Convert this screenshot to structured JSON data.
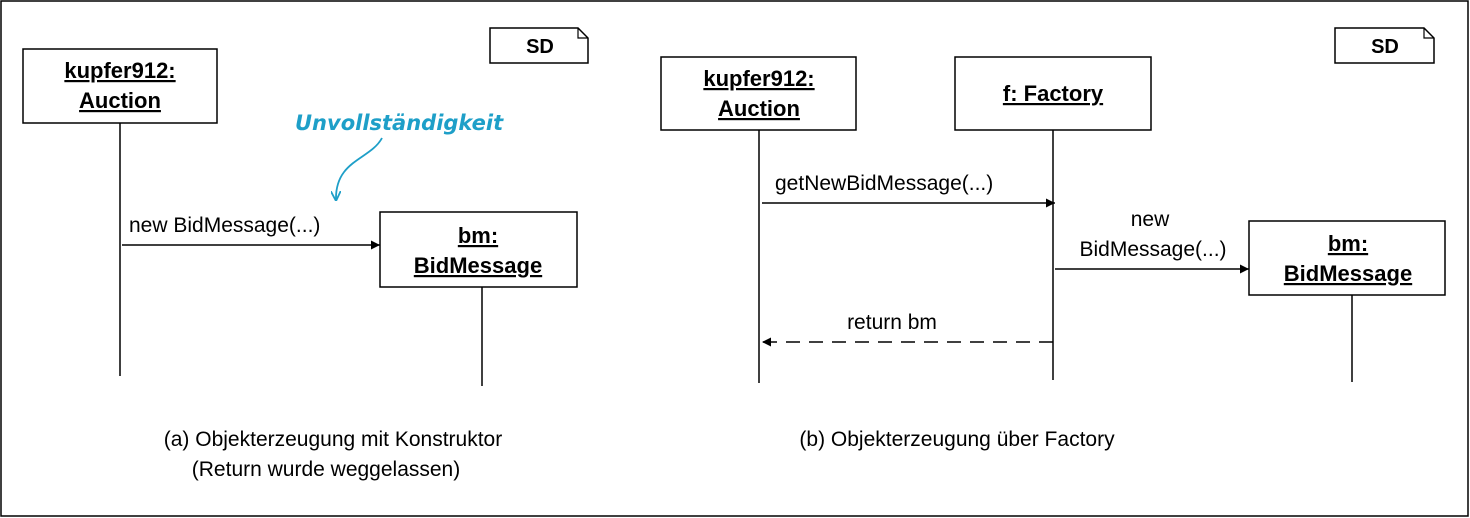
{
  "colors": {
    "line": "#000000",
    "annotation": "#1e9fc8",
    "background": "#ffffff"
  },
  "left": {
    "sd_label": "SD",
    "auction": {
      "line1": "kupfer912:",
      "line2": "Auction"
    },
    "message_new": "new BidMessage(...)",
    "bidmessage": {
      "line1": "bm:",
      "line2": "BidMessage"
    },
    "annotation": "Unvollständigkeit",
    "caption": {
      "line1": "(a) Objekterzeugung mit Konstruktor",
      "line2": "(Return wurde weggelassen)"
    }
  },
  "right": {
    "sd_label": "SD",
    "auction": {
      "line1": "kupfer912:",
      "line2": "Auction"
    },
    "factory": {
      "line1": "f: Factory"
    },
    "message_get": "getNewBidMessage(...)",
    "message_new": {
      "line1": "new",
      "line2": "BidMessage(...)"
    },
    "bidmessage": {
      "line1": "bm:",
      "line2": "BidMessage"
    },
    "message_return": "return bm",
    "caption": {
      "line1": "(b) Objekterzeugung über Factory"
    }
  }
}
